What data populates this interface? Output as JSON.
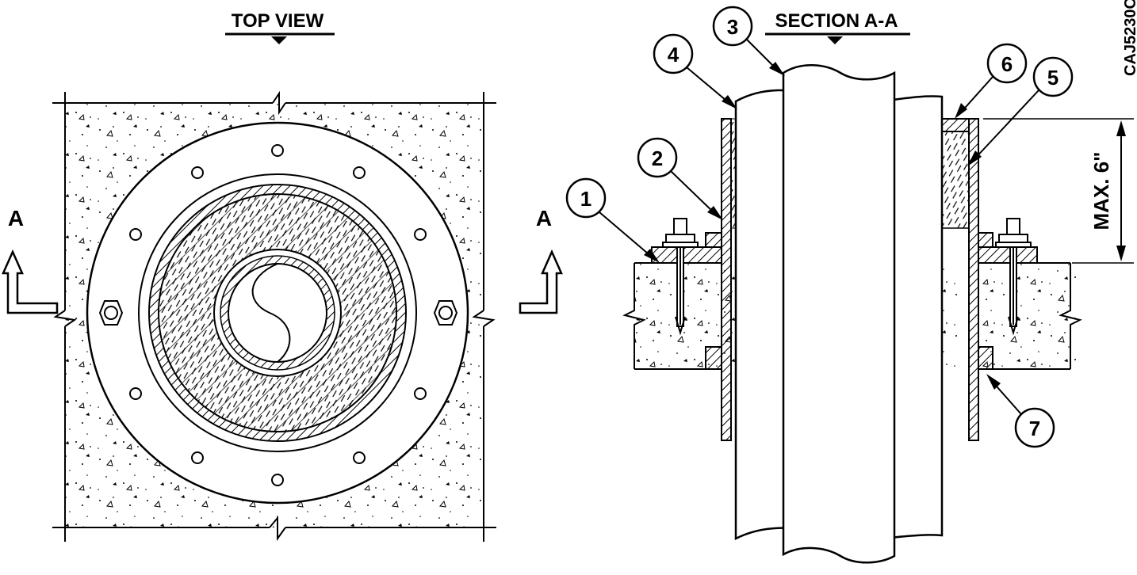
{
  "views": {
    "top_view_title": "TOP VIEW",
    "section_title": "SECTION A-A",
    "section_marker": "A"
  },
  "callouts": [
    "1",
    "2",
    "3",
    "4",
    "5",
    "6",
    "7"
  ],
  "dimension": {
    "label": "MAX. 6\""
  },
  "drawing_id": "CAJ5230C"
}
